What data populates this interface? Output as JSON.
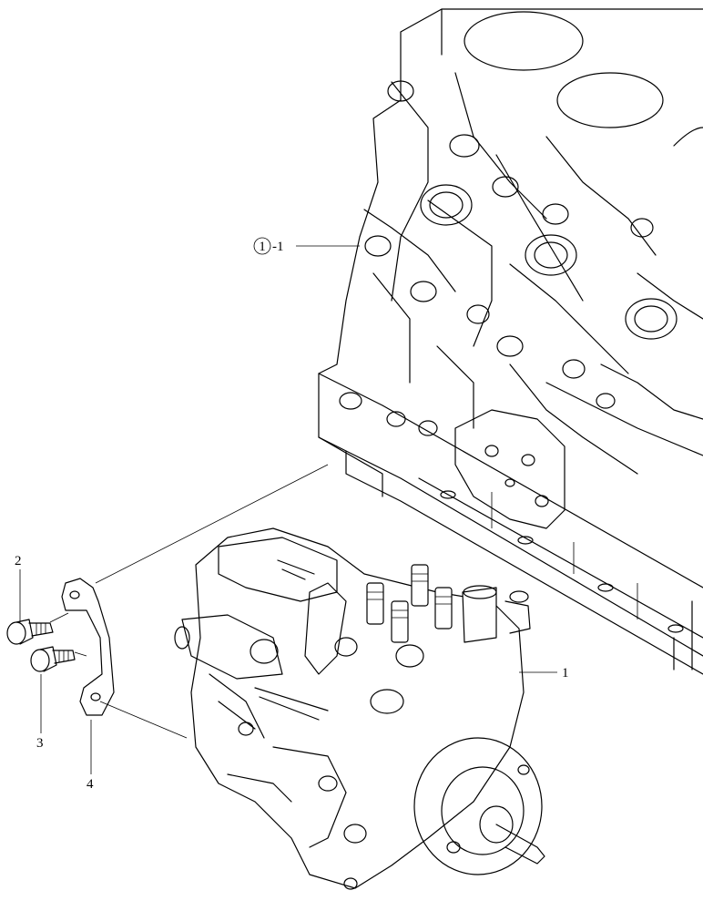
{
  "callouts": {
    "block_ref_number": "1",
    "block_ref_suffix": "-1",
    "pump": "1",
    "bolt_a": "2",
    "bolt_b": "3",
    "bracket": "4"
  }
}
